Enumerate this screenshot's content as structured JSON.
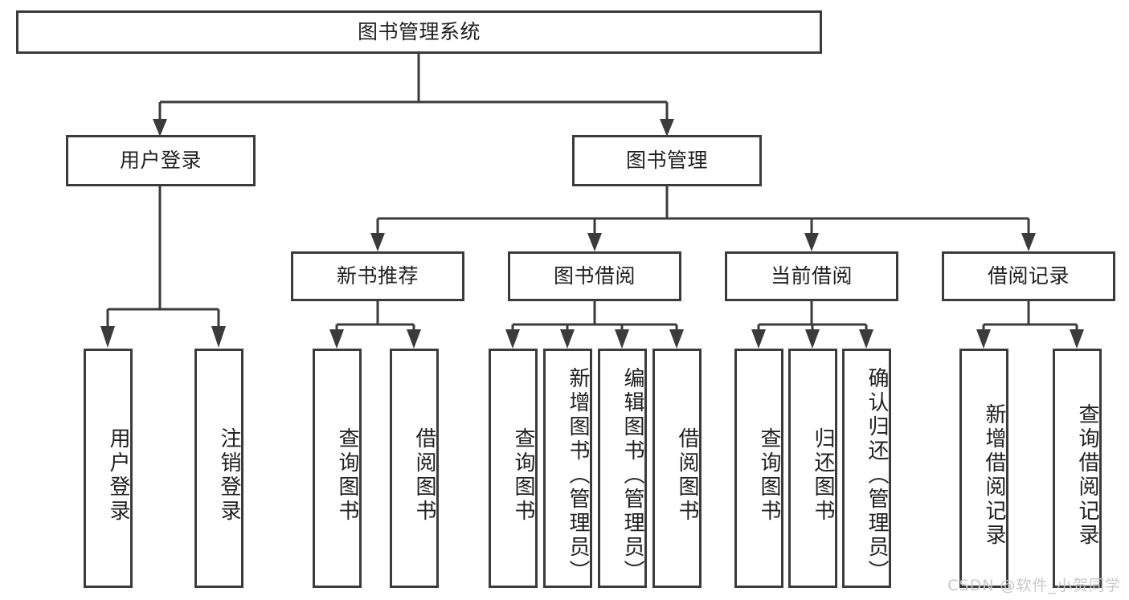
{
  "diagram": {
    "type": "tree-hierarchy",
    "title": "图书管理系统",
    "orientation": "top-down",
    "colors": {
      "box_border": "#3b3b3b",
      "box_fill": "#ffffff",
      "connector": "#3b3b3b",
      "text": "#1f1f1f",
      "watermark": "#c9c9c9",
      "background": "#ffffff"
    },
    "root": {
      "label": "图书管理系统"
    },
    "level2": [
      {
        "id": "user-login",
        "label": "用户登录"
      },
      {
        "id": "book-management",
        "label": "图书管理"
      }
    ],
    "level3": [
      {
        "id": "new-book-recommend",
        "label": "新书推荐",
        "parent": "book-management"
      },
      {
        "id": "book-borrow",
        "label": "图书借阅",
        "parent": "book-management"
      },
      {
        "id": "current-borrow",
        "label": "当前借阅",
        "parent": "book-management"
      },
      {
        "id": "borrow-record",
        "label": "借阅记录",
        "parent": "book-management"
      }
    ],
    "leaves": {
      "user_login": [
        {
          "id": "leaf-user-login",
          "label": "用户登录"
        },
        {
          "id": "leaf-logout-login",
          "label": "注销登录"
        }
      ],
      "new_book_recommend": [
        {
          "id": "leaf-query-book-1",
          "label": "查询图书"
        },
        {
          "id": "leaf-borrow-book-1",
          "label": "借阅图书"
        }
      ],
      "book_borrow": [
        {
          "id": "leaf-query-book-2",
          "label": "查询图书"
        },
        {
          "id": "leaf-add-book",
          "label": "新增图书（管理员）"
        },
        {
          "id": "leaf-edit-book",
          "label": "编辑图书（管理员）"
        },
        {
          "id": "leaf-borrow-book-2",
          "label": "借阅图书"
        }
      ],
      "current_borrow": [
        {
          "id": "leaf-query-book-3",
          "label": "查询图书"
        },
        {
          "id": "leaf-return-book",
          "label": "归还图书"
        },
        {
          "id": "leaf-confirm-return",
          "label": "确认归还（管理员）"
        }
      ],
      "borrow_record": [
        {
          "id": "leaf-add-borrow-record",
          "label": "新增借阅记录"
        },
        {
          "id": "leaf-query-borrow-record",
          "label": "查询借阅记录"
        }
      ]
    },
    "watermark": "CSDN @软件_小贺同学"
  }
}
